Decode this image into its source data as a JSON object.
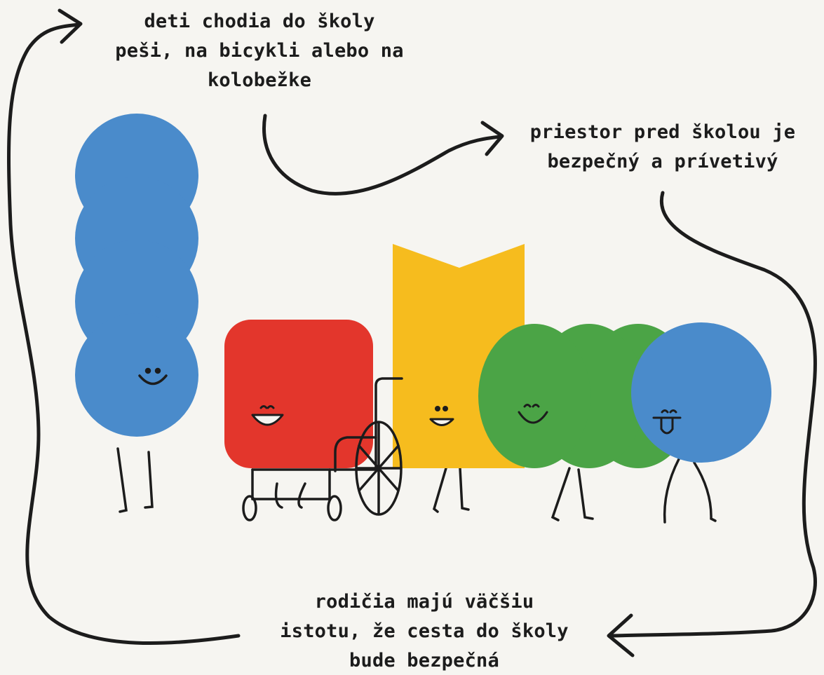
{
  "captions": {
    "top": {
      "line1": "deti chodia do školy",
      "line2": "peši, na bicykli alebo na",
      "line3": "kolobežke"
    },
    "right": {
      "line1": "priestor pred školou je",
      "line2": "bezpečný a prívetivý"
    },
    "bottom": {
      "line1": "rodičia majú väčšiu",
      "line2": "istotu, že cesta do školy",
      "line3": "bude bezpečná"
    }
  },
  "colors": {
    "background": "#f6f5f1",
    "blue": "#4a8bcb",
    "red": "#e3362c",
    "yellow": "#f6bc1e",
    "green": "#4ba446",
    "ink": "#1c1c1c"
  },
  "figures": [
    "blue-stacked-circles-character",
    "red-square-character-in-wheelchair",
    "yellow-banner-character",
    "green-caterpillar-character",
    "blue-circle-character-tongue-out"
  ]
}
